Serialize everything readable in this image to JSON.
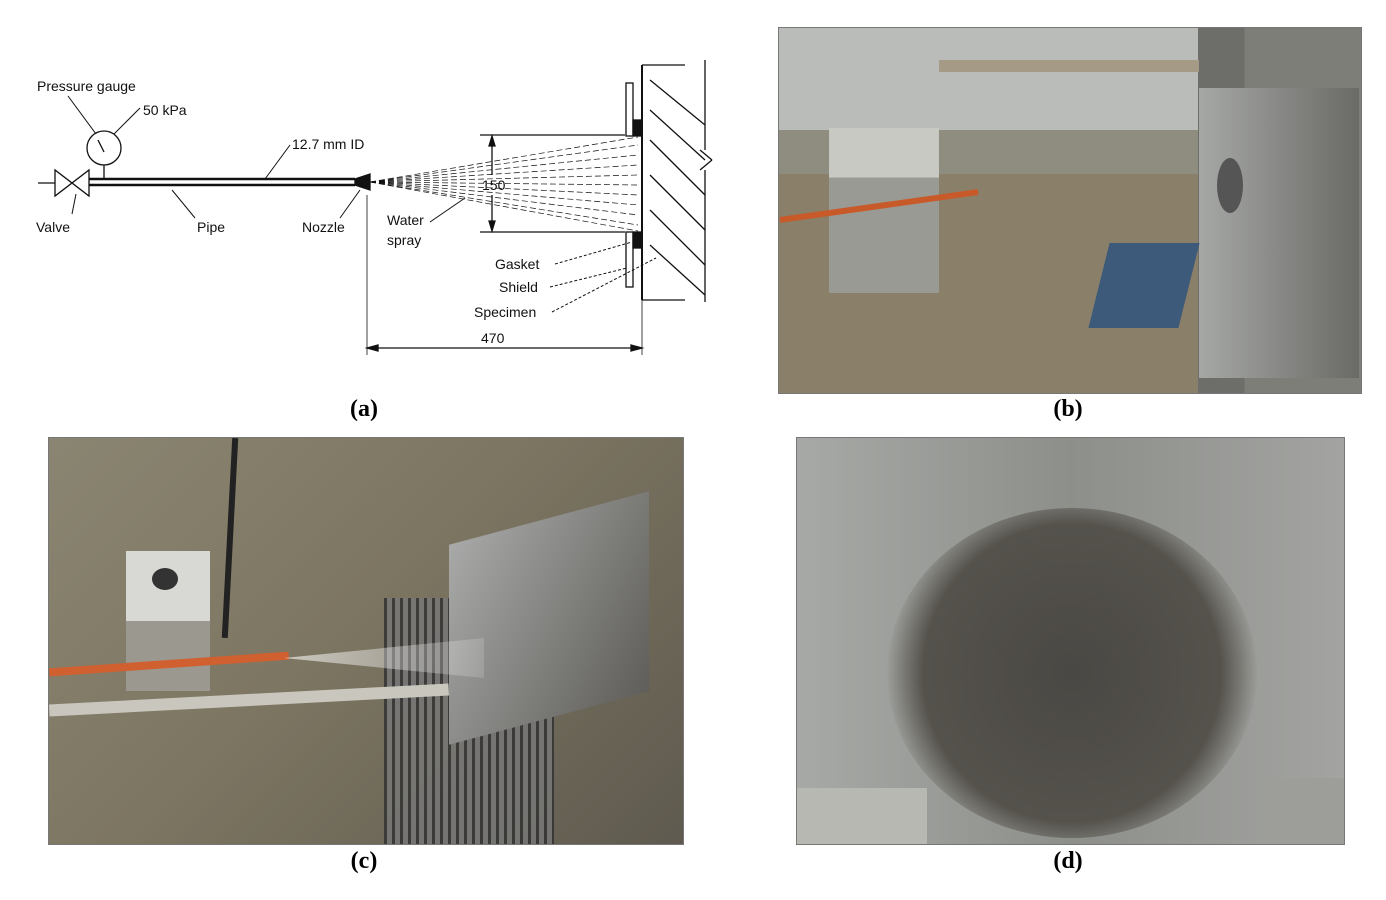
{
  "panels": {
    "a": {
      "caption": "(a)",
      "labels": {
        "pressure_gauge": "Pressure gauge",
        "pressure_value": "50 kPa",
        "pipe_id": "12.7 mm ID",
        "valve": "Valve",
        "pipe": "Pipe",
        "nozzle": "Nozzle",
        "water": "Water",
        "spray": "spray",
        "spray_height": "150",
        "gasket": "Gasket",
        "shield": "Shield",
        "specimen": "Specimen",
        "distance": "470"
      }
    },
    "b": {
      "caption": "(b)"
    },
    "c": {
      "caption": "(c)"
    },
    "d": {
      "caption": "(d)"
    }
  }
}
